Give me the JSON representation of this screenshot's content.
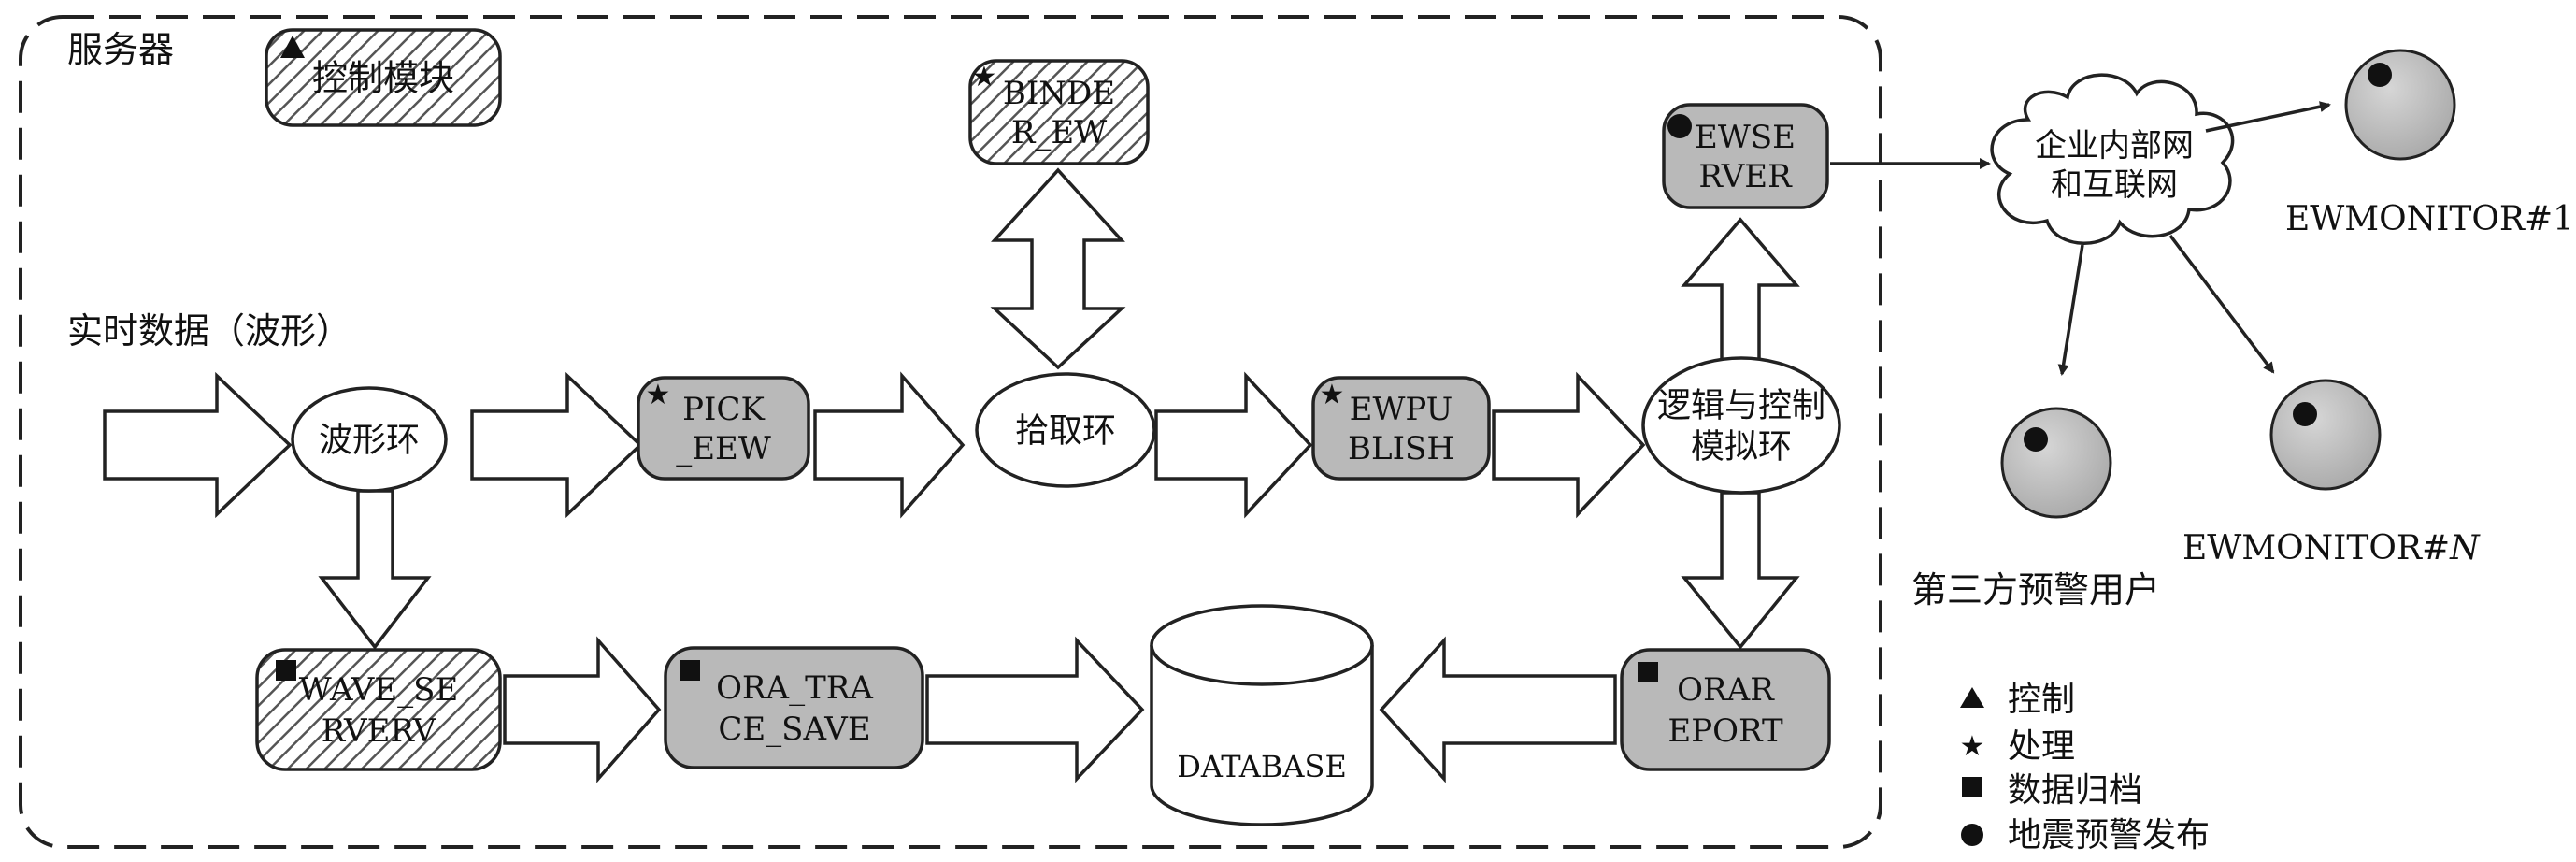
{
  "server_label": "服务器",
  "input_label": "实时数据（波形）",
  "clients_label": "第三方预警用户",
  "colors": {
    "module_gray": "#b9b9b9",
    "client_gray": "#bcbcbc",
    "line": "#222222",
    "hatch": "#555555"
  },
  "nodes": {
    "control_module": {
      "lines": [
        "控制模块"
      ],
      "style": "hatched",
      "marker": "triangle"
    },
    "binder_ew": {
      "lines": [
        "BINDE",
        "R_EW"
      ],
      "style": "hatched",
      "marker": "star"
    },
    "ewserver": {
      "lines": [
        "EWSE",
        "RVER"
      ],
      "style": "gray",
      "marker": "circle"
    },
    "wave_ring": {
      "lines": [
        "波形环"
      ],
      "style": "ellipse"
    },
    "pick_eew": {
      "lines": [
        "PICK",
        "_EEW"
      ],
      "style": "gray",
      "marker": "star"
    },
    "pick_ring": {
      "lines": [
        "拾取环"
      ],
      "style": "ellipse"
    },
    "ewpublish": {
      "lines": [
        "EWPU",
        "BLISH"
      ],
      "style": "gray",
      "marker": "star"
    },
    "logic_ring": {
      "lines": [
        "逻辑与控制",
        "模拟环"
      ],
      "style": "ellipse"
    },
    "wave_serverv": {
      "lines": [
        "WAVE_SE",
        "RVERV"
      ],
      "style": "hatched",
      "marker": "square"
    },
    "ora_trace_save": {
      "lines": [
        "ORA_TRA",
        "CE_SAVE"
      ],
      "style": "gray",
      "marker": "square"
    },
    "database": {
      "lines": [
        "DATABASE"
      ],
      "style": "cylinder"
    },
    "orareport": {
      "lines": [
        "ORAR",
        "EPORT"
      ],
      "style": "gray",
      "marker": "square"
    },
    "network": {
      "lines": [
        "企业内部网",
        "和互联网"
      ],
      "style": "cloud"
    }
  },
  "monitors": [
    {
      "id": "m1",
      "label": "EWMONITOR#1",
      "label_italic_suffix": ""
    },
    {
      "id": "m2",
      "label": "",
      "label_italic_suffix": ""
    },
    {
      "id": "m3",
      "label": "EWMONITOR#",
      "label_italic_suffix": "N"
    }
  ],
  "legend": [
    {
      "marker": "triangle",
      "label": "控制"
    },
    {
      "marker": "star",
      "label": "处理"
    },
    {
      "marker": "square",
      "label": "数据归档"
    },
    {
      "marker": "circle",
      "label": "地震预警发布"
    }
  ]
}
